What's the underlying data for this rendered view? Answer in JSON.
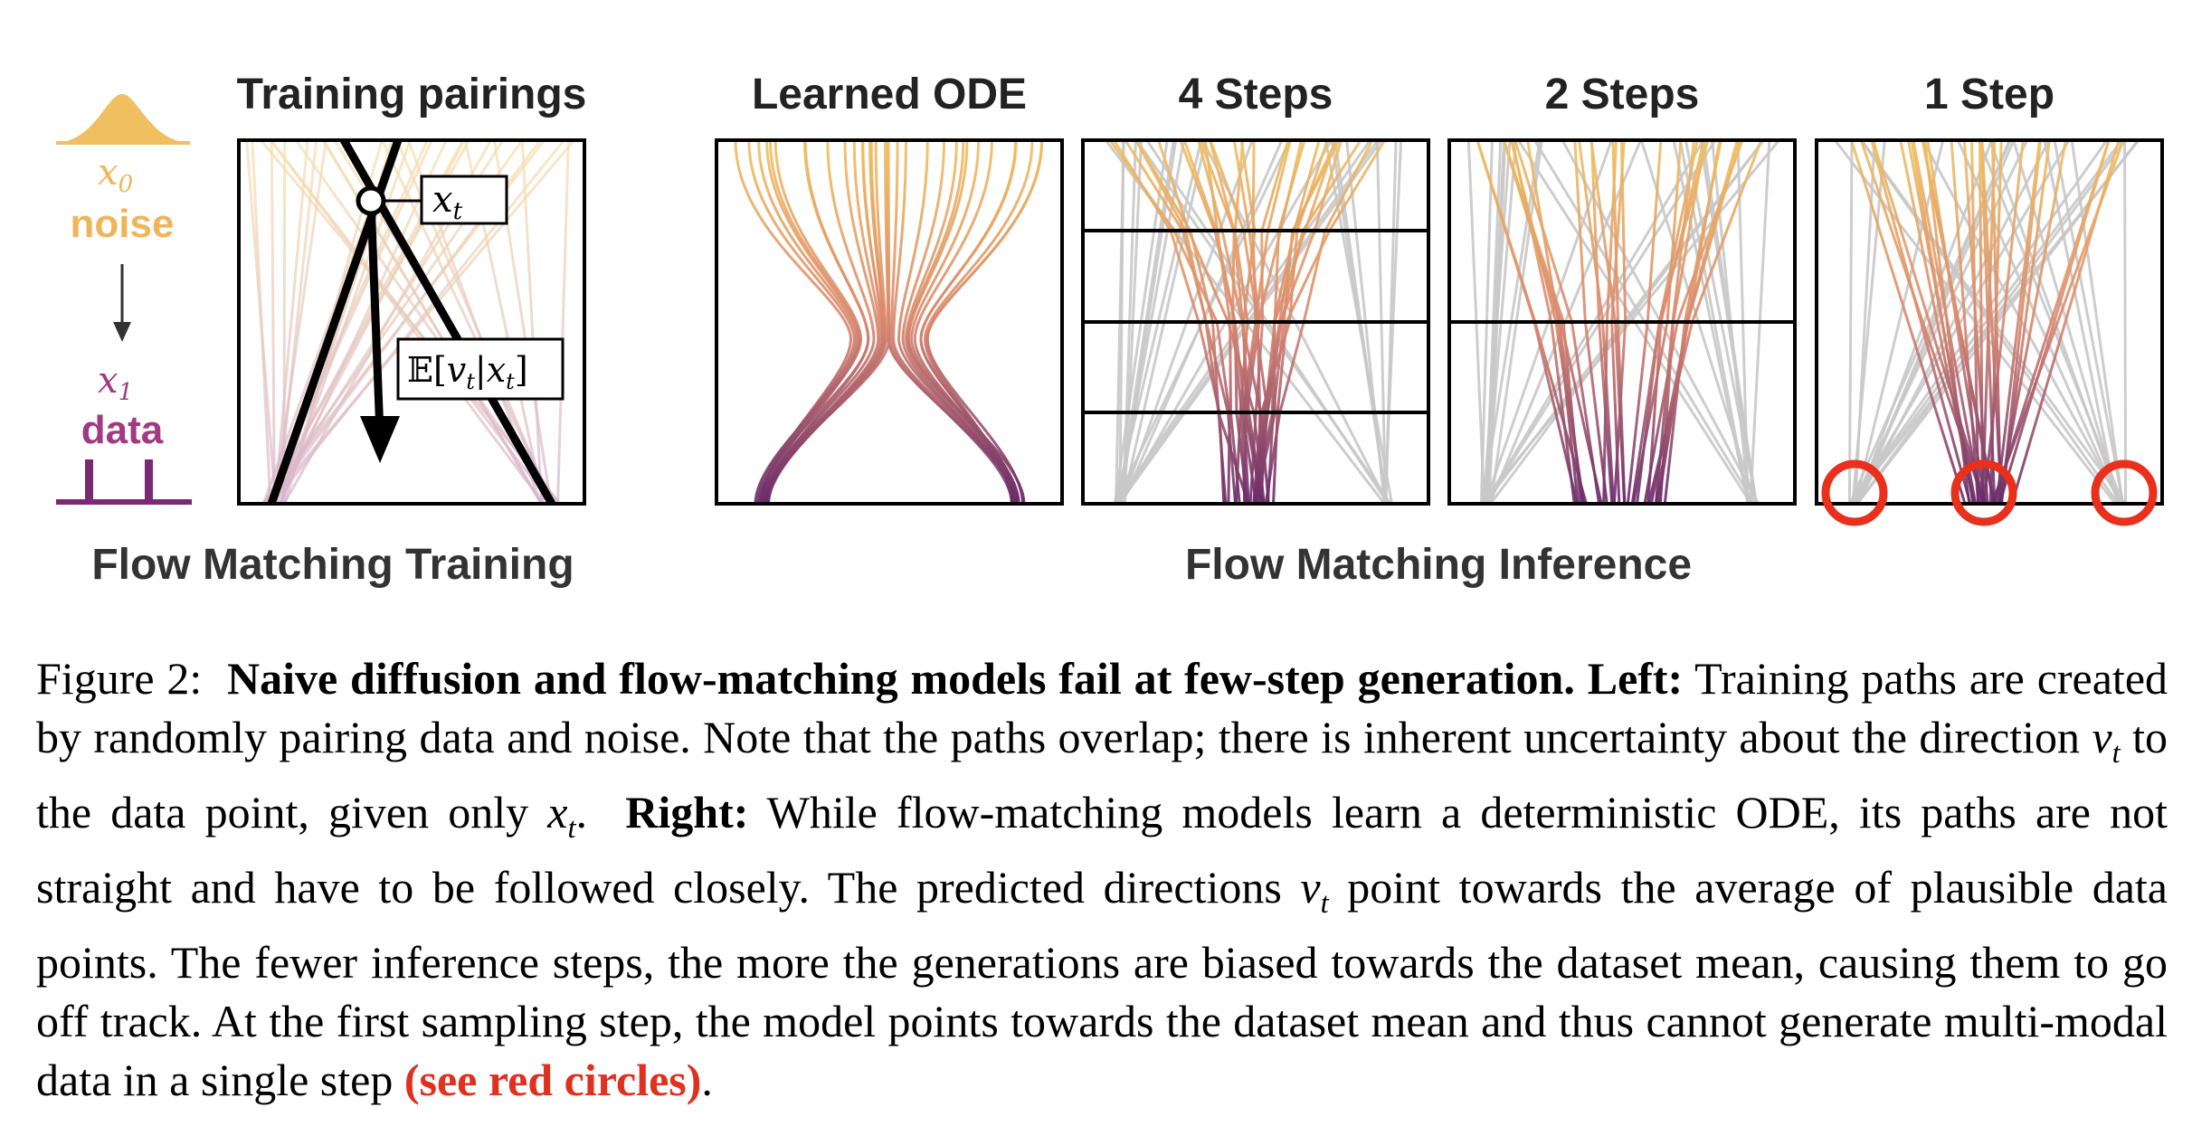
{
  "left_panel": {
    "title": "Training pairings",
    "section_label": "Flow Matching Training",
    "noise_var": "x",
    "noise_sub": "0",
    "noise_label": "noise",
    "data_var": "x",
    "data_sub": "1",
    "data_label": "data",
    "xt_var": "x",
    "xt_sub": "t",
    "expect_prefix": "𝔼[",
    "expect_v": "v",
    "expect_sep": "|",
    "expect_x": "x",
    "expect_end": "]",
    "expect_sub": "t"
  },
  "right_panels": {
    "section_label": "Flow Matching Inference",
    "titles": [
      "Learned ODE",
      "4 Steps",
      "2 Steps",
      "1 Step"
    ]
  },
  "colors": {
    "noise_top": "#f0c060",
    "mid": "#d9876e",
    "data_bottom": "#6a2a6a",
    "noise_label": "#f0b55a",
    "data_label": "#a03a82",
    "gray_path": "#c8c8c8",
    "red_circle": "#e8301c"
  },
  "caption": {
    "fig": "Figure 2:",
    "bold_title": "Naive diffusion and flow-matching models fail at few-step generation.",
    "left_label": "Left:",
    "t1": "Training paths are created by randomly pairing data and noise. Note that the paths overlap; there is inherent uncertainty about the direction",
    "v": "v",
    "t": "t",
    "t2": "to the data point, given only",
    "x": "x",
    "t3": ".",
    "right_label": "Right:",
    "t4": "While flow-matching models learn a deterministic ODE, its paths are not straight and have to be followed closely. The predicted directions",
    "t5": "point towards the average of plausible data points. The fewer inference steps, the more the generations are biased towards the dataset mean, causing them to go off track. At the first sampling step, the model points towards the dataset mean and thus cannot generate multi-modal data in a single step",
    "red": "(see red circles)",
    "t6": "."
  }
}
